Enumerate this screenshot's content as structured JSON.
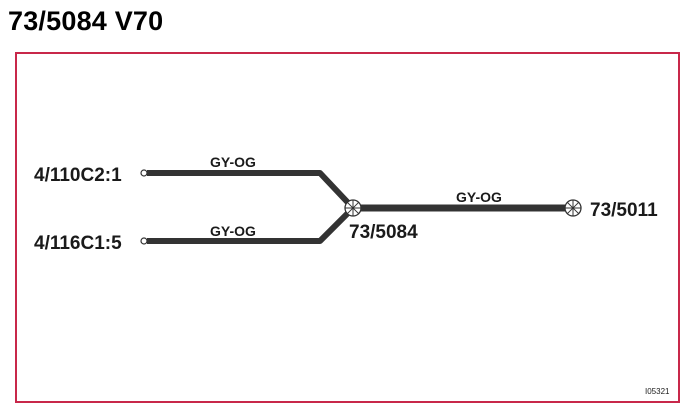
{
  "title": "73/5084 V70",
  "colors": {
    "frame": "#c8284a",
    "wire": "#333333"
  },
  "diagram": {
    "connectors": [
      {
        "id": "pin-a",
        "label": "4/110C2:1"
      },
      {
        "id": "pin-b",
        "label": "4/116C1:5"
      }
    ],
    "junction": {
      "label": "73/5084"
    },
    "endpoint": {
      "label": "73/5011"
    },
    "wires": [
      {
        "id": "wire-a",
        "color_code": "GY-OG"
      },
      {
        "id": "wire-b",
        "color_code": "GY-OG"
      },
      {
        "id": "wire-main",
        "color_code": "GY-OG"
      }
    ],
    "figure_ref": "I05321"
  }
}
